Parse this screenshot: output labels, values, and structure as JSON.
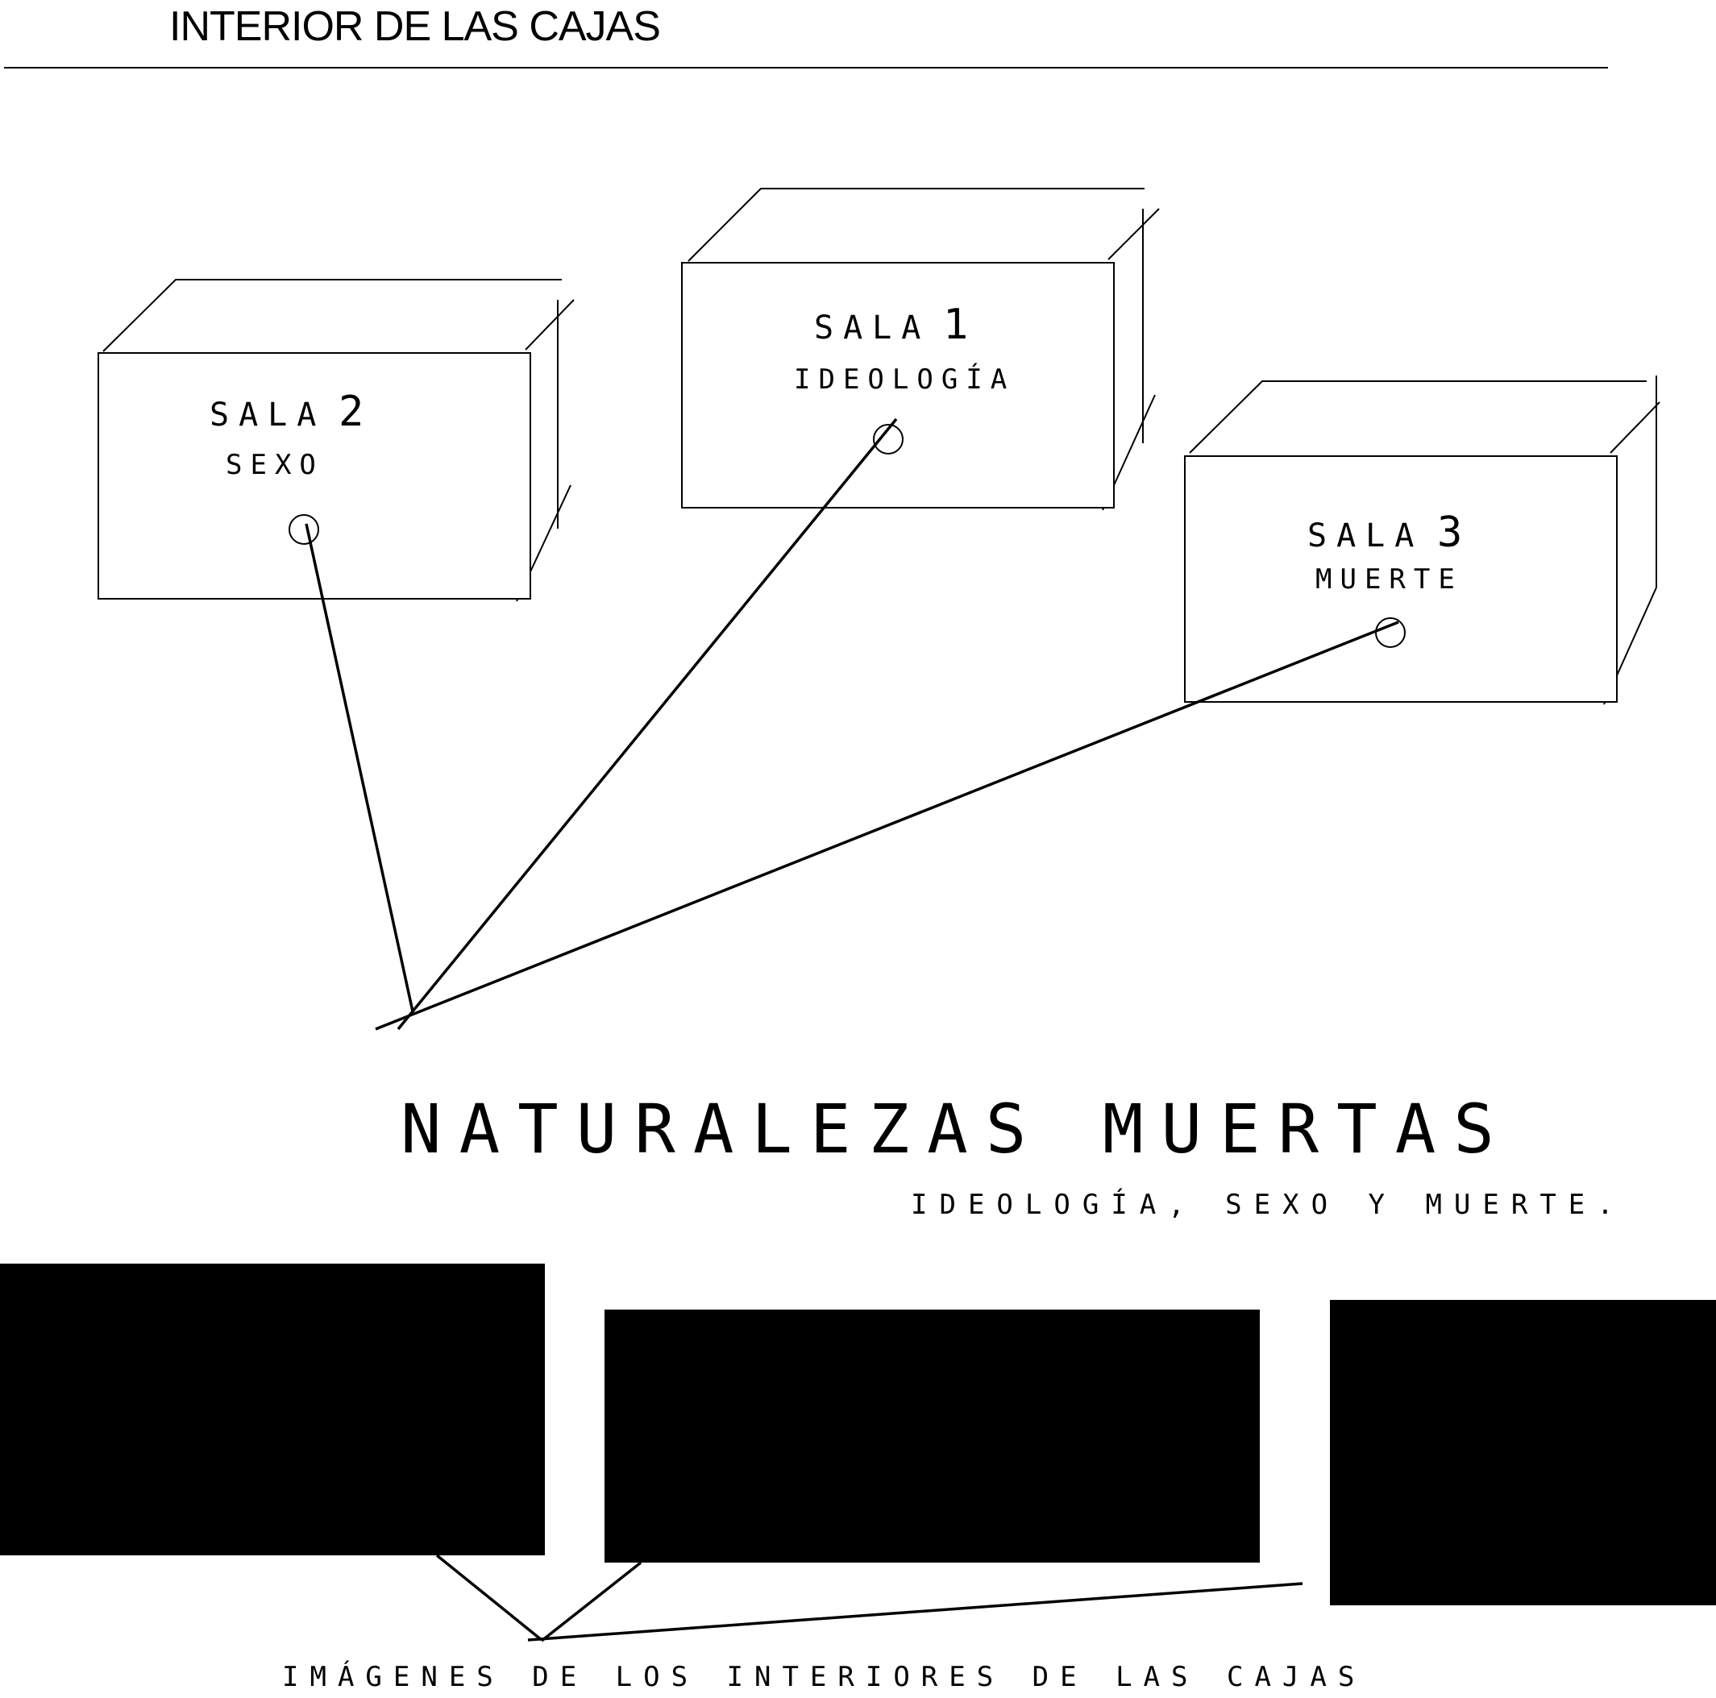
{
  "header": {
    "title": "INTERIOR DE LAS CAJAS"
  },
  "salas": [
    {
      "title": "SALA",
      "number": "2",
      "theme": "SEXO"
    },
    {
      "title": "SALA",
      "number": "1",
      "theme": "IDEOLOGÍA"
    },
    {
      "title": "SALA",
      "number": "3",
      "theme": "MUERTE"
    }
  ],
  "main": {
    "title": "NATURALEZAS MUERTAS",
    "subtitle": "IDEOLOGÍA, SEXO Y MUERTE."
  },
  "gallery": {
    "caption": "IMÁGENES DE LOS INTERIORES DE LAS CAJAS"
  },
  "colors": {
    "ink": "#000000",
    "paper": "#ffffff"
  }
}
